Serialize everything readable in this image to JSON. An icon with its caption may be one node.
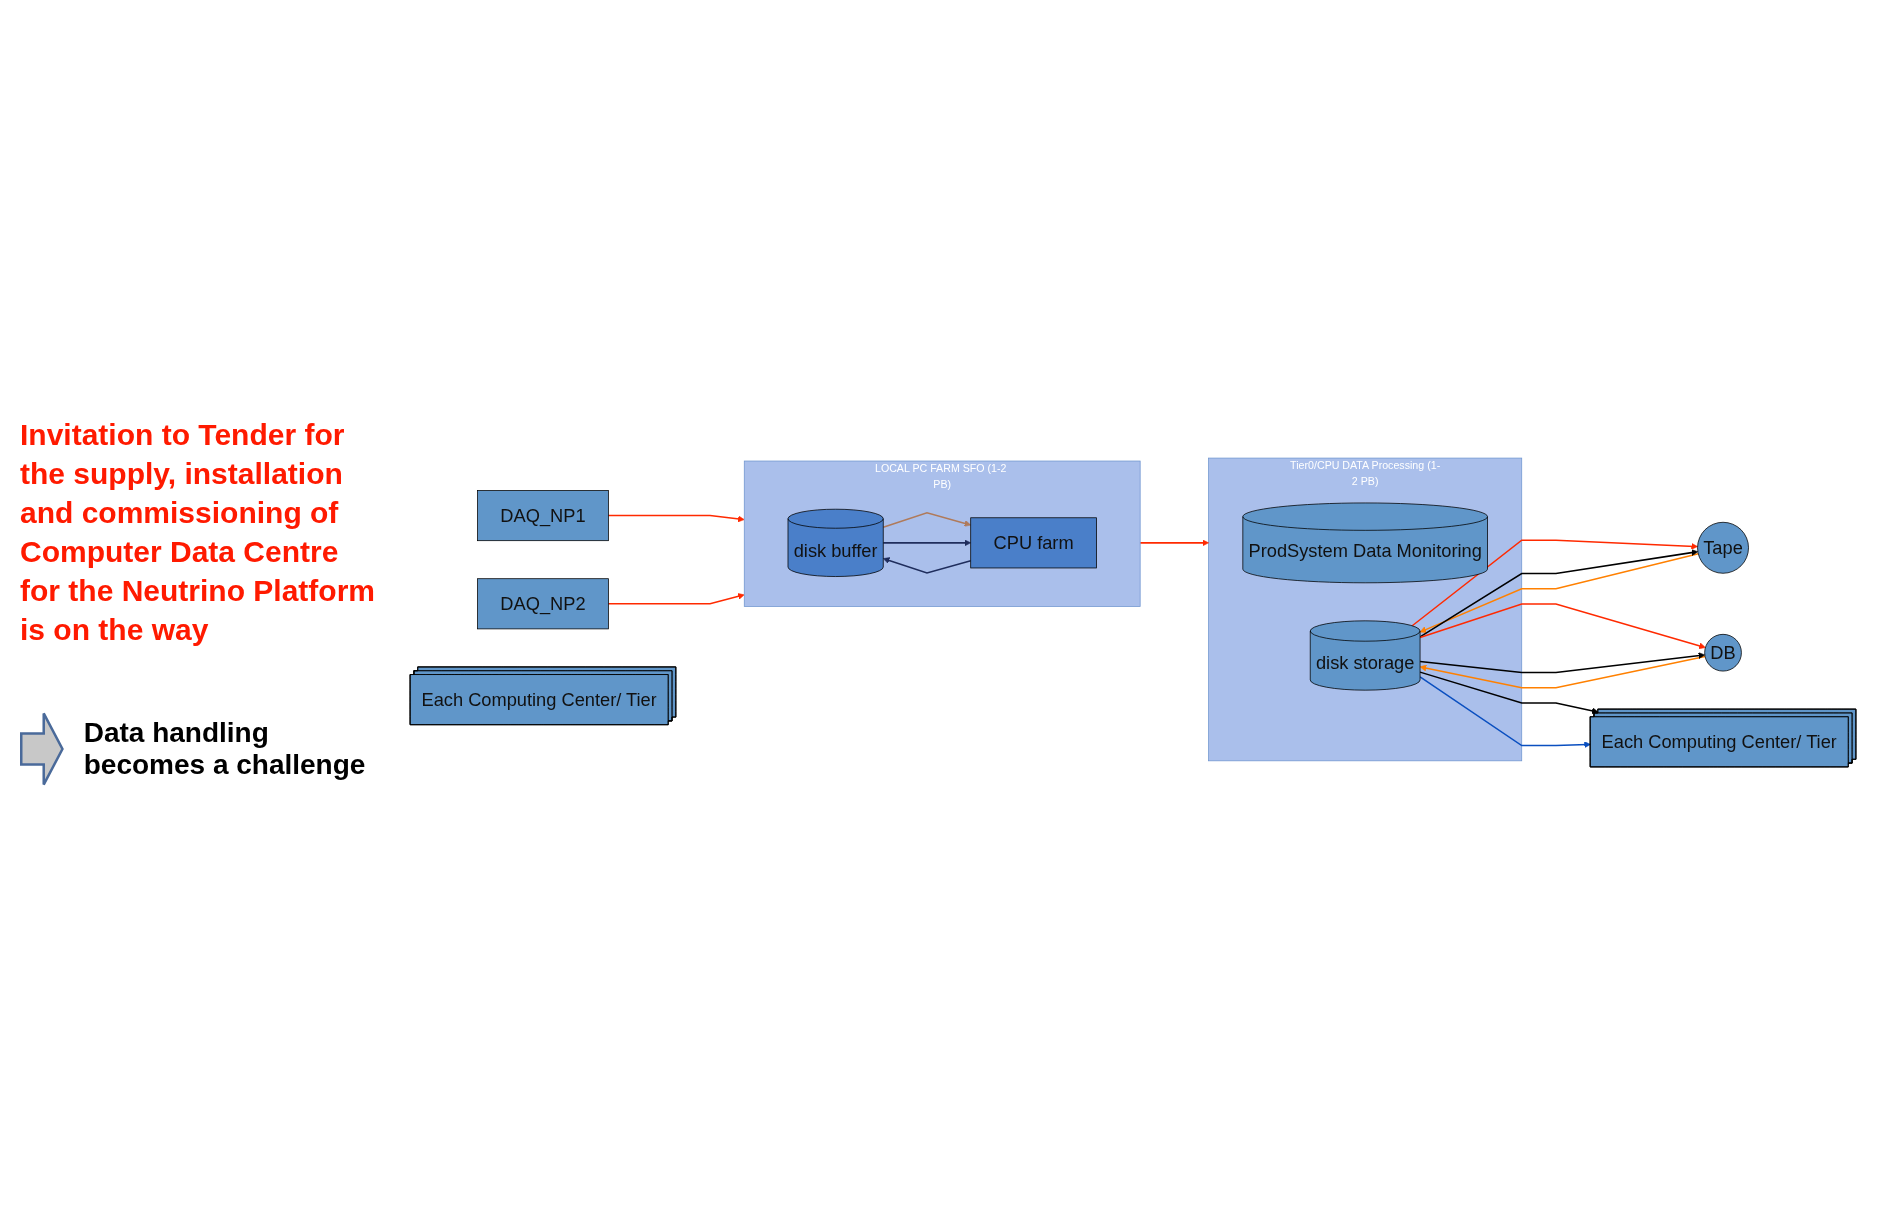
{
  "diagram": {
    "nodes": [
      {
        "text": [
          "DAQ_NP1"
        ]
      },
      {
        "text": [
          "DAQ_NP2"
        ]
      },
      {
        "text": [
          "LOCAL PC FARM SFO (1-2 PB)"
        ]
      },
      {
        "text": [
          "disk buffer"
        ],
        "in": 2
      },
      {
        "text": [
          "CPU farm"
        ],
        "in": 2
      },
      {
        "text": [
          "Tier0/CPU DATA Processing (1-2 PB)"
        ]
      },
      {
        "text": [
          "disk storage"
        ],
        "in": 5
      },
      {
        "text": [
          "ProdSystem Data Monitoring"
        ],
        "in": 5
      },
      {
        "text": [
          "Tape"
        ]
      },
      {
        "text": [
          "DB"
        ]
      },
      {
        "text": [
          "Each Computing Center/ Tier"
        ]
      },
      {
        "text": [
          "Each Computing Center/ Tier"
        ]
      }
    ],
    "edges": [
      {
        "from": 0,
        "to": 2,
        "arrow": "to",
        "color": "#ff2a00"
      },
      {
        "from": 1,
        "to": 2,
        "arrow": "to",
        "color": "#ff2a00"
      },
      {
        "from": 3,
        "to": 4,
        "arrow": "to",
        "color": "#b07a5a"
      },
      {
        "from": 3,
        "to": 4,
        "arrow": "to",
        "color": "#1f2d5c"
      },
      {
        "from": 4,
        "to": 3,
        "arrow": "to",
        "color": "#1f2d5c"
      },
      {
        "from": 2,
        "to": 5,
        "arrow": "to",
        "color": "#ff2a00"
      },
      {
        "from": 6,
        "to": 8,
        "arrow": "to",
        "color": "#ff2a00"
      },
      {
        "from": 8,
        "to": 6,
        "arrow": "to",
        "color": "#ff8000"
      },
      {
        "from": 6,
        "to": 8,
        "arrow": "to",
        "color": "#000000"
      },
      {
        "from": 6,
        "to": 9,
        "arrow": "to",
        "color": "#ff2a00"
      },
      {
        "from": 9,
        "to": 6,
        "arrow": "to",
        "color": "#ff8000"
      },
      {
        "from": 6,
        "to": 9,
        "arrow": "to",
        "color": "#000000"
      },
      {
        "from": 6,
        "to": 10,
        "arrow": "to",
        "color": "#000000"
      },
      {
        "from": 6,
        "to": 10,
        "arrow": "to",
        "color": "#0a4fc0"
      }
    ],
    "labels": [
      "Invitation to Tender for the supply, installation and commissioning of Computer Data Centre for the Neutrino Platform is on the way",
      "Data handling becomes a challenge"
    ]
  }
}
